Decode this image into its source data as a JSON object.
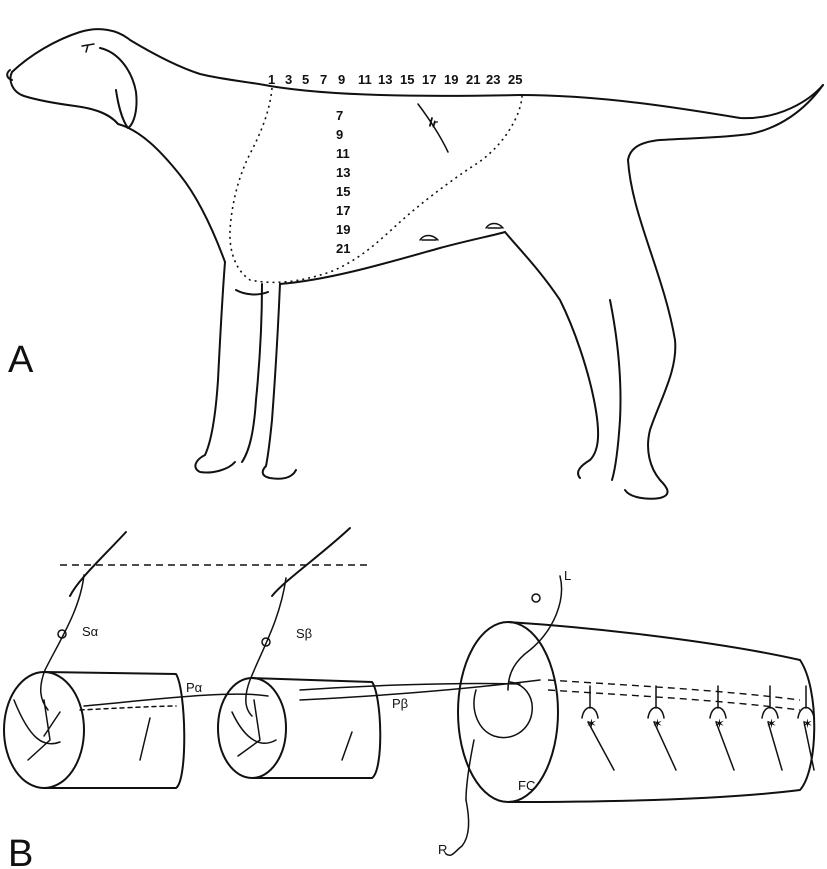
{
  "panel_a": {
    "label": "A",
    "top_numbers": [
      "1",
      "3",
      "5",
      "7",
      "9",
      "11",
      "13",
      "15",
      "17",
      "19",
      "21",
      "23",
      "25"
    ],
    "side_numbers": [
      "7",
      "9",
      "11",
      "13",
      "15",
      "17",
      "19",
      "21"
    ],
    "last_rib_label": "lr"
  },
  "panel_b": {
    "label": "B",
    "s_alpha": "Sα",
    "s_beta": "Sβ",
    "p_alpha": "Pα",
    "p_beta": "Pβ",
    "l_label": "L",
    "r_label": "R",
    "fc_label": "FC"
  }
}
